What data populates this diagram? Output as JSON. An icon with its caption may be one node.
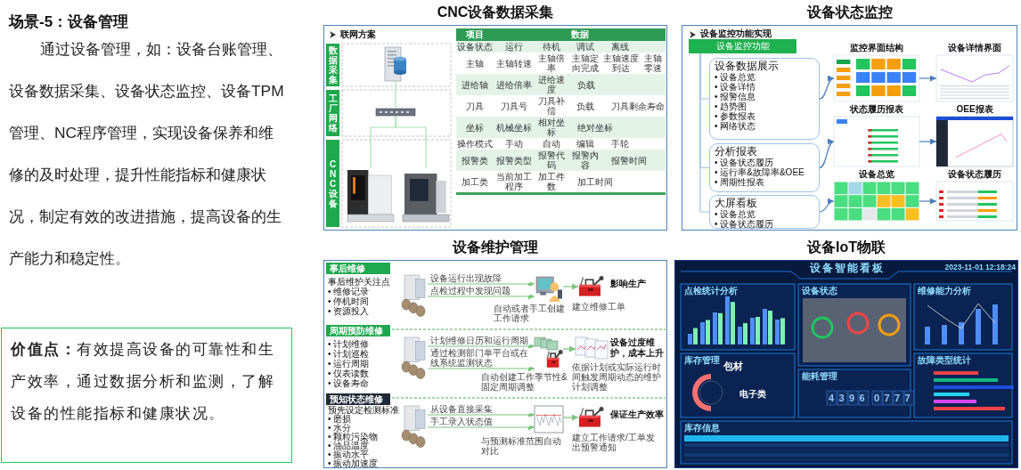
{
  "diagram": {
    "nodes": [
      {
        "text": [
          "**价值点：**有效提高设备的可靠性和生产效率，通过数据分析和监测，了解设备的性能指标和健康状况。"
        ]
      },
      {
        "text": [
          "CNC设备数据采集"
        ]
      },
      {
        "text": [
          "数据采集"
        ],
        "in": 1
      },
      {
        "text": [
          "工厂网络"
        ],
        "in": 1
      },
      {
        "text": [
          "CNC设备"
        ],
        "in": 1
      },
      {
        "text": [],
        "shape": "picture",
        "in": 1
      },
      {
        "text": [],
        "shape": "picture",
        "in": 1
      },
      {
        "text": [],
        "shape": "picture",
        "in": 1
      },
      {
        "text": [],
        "shape": "picture",
        "in": 1
      },
      {
        "text": [
          "设备状态监控"
        ]
      },
      {
        "text": [
          "设备监控功能"
        ],
        "in": 9
      },
      {
        "text": [
          "设备数据展示",
          "• 设备总览",
          "• 设备详情",
          "• 报警信息",
          "• 趋势图",
          "• 参数报表",
          "• 网络状态"
        ],
        "in": 9
      },
      {
        "text": [
          "分析报表",
          "• 设备状态履历",
          "• 运行率&故障率&OEE",
          "• 周期性报表"
        ],
        "in": 9
      },
      {
        "text": [
          "大屏看板",
          "• 设备总览",
          "• 设备状态履历"
        ],
        "in": 9
      },
      {
        "text": [
          "监控界面结构"
        ],
        "in": 9
      },
      {
        "text": [
          "设备详情界面"
        ],
        "in": 9
      },
      {
        "text": [
          "状态履历报表"
        ],
        "in": 9
      },
      {
        "text": [
          "OEE报表"
        ],
        "in": 9
      },
      {
        "text": [
          "设备总览"
        ],
        "in": 9
      },
      {
        "text": [
          "设备状态履历"
        ],
        "in": 9
      },
      {
        "text": [
          "设备维护管理"
        ]
      },
      {
        "text": [
          "事后维修"
        ],
        "in": 20
      },
      {
        "text": [],
        "shape": "picture",
        "in": 20
      },
      {
        "text": [],
        "shape": "picture",
        "in": 20,
        "beside": [
          "自动或者手工创建工作请求"
        ]
      },
      {
        "text": [],
        "shape": "picture",
        "in": 20,
        "beside": [
          "建立维修工单"
        ]
      },
      {
        "text": [
          "周期预防维修"
        ],
        "in": 20
      },
      {
        "text": [],
        "shape": "picture",
        "in": 20
      },
      {
        "text": [],
        "shape": "picture",
        "in": 20,
        "beside": [
          "自动创建工作季节性&固定周期调整"
        ]
      },
      {
        "text": [],
        "shape": "picture",
        "in": 20,
        "beside": [
          "依据计划或实际运行时间触发周期动态的维护计划调整"
        ]
      },
      {
        "text": [
          "预知状态维修"
        ],
        "in": 20
      },
      {
        "text": [],
        "shape": "picture",
        "in": 20
      },
      {
        "text": [],
        "shape": "picture",
        "in": 20,
        "beside": [
          "与预测标准范围自动对比"
        ]
      },
      {
        "text": [],
        "shape": "picture",
        "in": 20,
        "beside": [
          "建立工作请求/工单发出预警通知"
        ]
      },
      {
        "text": [
          "设备IoT物联"
        ]
      }
    ],
    "edges": [
      {
        "from": 5,
        "to": 6,
        "arrow": "none",
        "color": "#a8dfb5"
      },
      {
        "from": 6,
        "to": 7,
        "arrow": "none",
        "color": "#a8dfb5"
      },
      {
        "from": 6,
        "to": 8,
        "arrow": "none",
        "color": "#a8dfb5"
      },
      {
        "from": 10,
        "to": 11,
        "arrow": "none",
        "color": "#9dc3e6"
      },
      {
        "from": 10,
        "to": 12,
        "arrow": "none",
        "color": "#9dc3e6"
      },
      {
        "from": 10,
        "to": 13,
        "arrow": "none",
        "color": "#9dc3e6"
      },
      {
        "from": 11,
        "to": 14,
        "arrow": "to",
        "color": "#4a7ebb"
      },
      {
        "from": 14,
        "to": 15,
        "arrow": "to",
        "color": "#4a7ebb"
      },
      {
        "from": 12,
        "to": 16,
        "arrow": "to",
        "color": "#4a7ebb"
      },
      {
        "from": 16,
        "to": 17,
        "arrow": "to",
        "color": "#4a7ebb"
      },
      {
        "from": 13,
        "to": 18,
        "arrow": "to",
        "color": "#4a7ebb"
      },
      {
        "from": 18,
        "to": 19,
        "arrow": "to",
        "color": "#4a7ebb"
      },
      {
        "from": 22,
        "to": 23,
        "arrow": "to",
        "label": "设备运行出现故障",
        "color": "#7cc47c"
      },
      {
        "from": 22,
        "to": 23,
        "arrow": "to",
        "label": "点检过程中发现问题",
        "color": "#7cc47c"
      },
      {
        "from": 23,
        "to": 24,
        "arrow": "to",
        "color": "#7cc47c"
      },
      {
        "from": 26,
        "to": 27,
        "arrow": "to",
        "label": "计划维修日历和运行周期",
        "color": "#7cc47c"
      },
      {
        "from": 26,
        "to": 27,
        "arrow": "to",
        "label": "通过检测部门单平台或在线系统监测状态",
        "color": "#7cc47c"
      },
      {
        "from": 27,
        "to": 28,
        "arrow": "to",
        "color": "#7cc47c"
      },
      {
        "from": 30,
        "to": 31,
        "arrow": "to",
        "label": "从设备直接采集",
        "color": "#7cc47c"
      },
      {
        "from": 30,
        "to": 31,
        "arrow": "to",
        "label": "手工录入状态值",
        "color": "#7cc47c"
      },
      {
        "from": 31,
        "to": 32,
        "arrow": "to",
        "color": "#7cc47c"
      }
    ],
    "labels": [
      "场景-5：设备管理",
      "通过设备管理，如：设备台账管理、设备数据采集、设备状态监控、设备TPM管理、NC程序管理，实现设备保养和维修的及时处理，提升性能指标和健康状况，制定有效的改进措施，提高设备的生产能力和稳定性。",
      "联网方案",
      "项目",
      "数据",
      "设备状态",
      "运行",
      "待机",
      "调试",
      "离线",
      "主轴",
      "主轴转速",
      "主轴倍率",
      "主轴定向完成",
      "主轴速度到达",
      "主轴零速",
      "进给轴",
      "进给倍率",
      "进给速度",
      "负载",
      "刀具",
      "刀具号",
      "刀具补偿",
      "负载",
      "刀具剩余寿命",
      "坐标",
      "机械坐标",
      "相对坐标",
      "绝对坐标",
      "操作模式",
      "手动",
      "自动",
      "编辑",
      "手轮",
      "报警类",
      "报警类型",
      "报警代码",
      "报警内容",
      "报警时间",
      "加工类",
      "当前加工程序",
      "加工件数",
      "加工时间",
      "设备监控功能实现",
      "事后维护关注点",
      "• 维修记录",
      "• 停机时间",
      "• 资源投入",
      "影响生产",
      "• 计划维修",
      "• 计划巡检",
      "• 运行周期",
      "• 仪表读数",
      "• 设备寿命",
      "设备过度维护，成本上升",
      "预先设定检测标准",
      "• 磨损",
      "• 水分",
      "• 颗粒污染物",
      "• 油品温度",
      "• 振动水平",
      "• 振动加速度",
      "保证生产效率",
      "设备智能看板",
      "2023-11-01 12:18:24",
      "点检统计分析",
      "设备状态",
      "维修能力分析",
      "库存管理",
      "包材",
      "电子类",
      "能耗管理",
      "4396",
      "0777",
      "故障类型统计",
      "库存信息"
    ]
  }
}
